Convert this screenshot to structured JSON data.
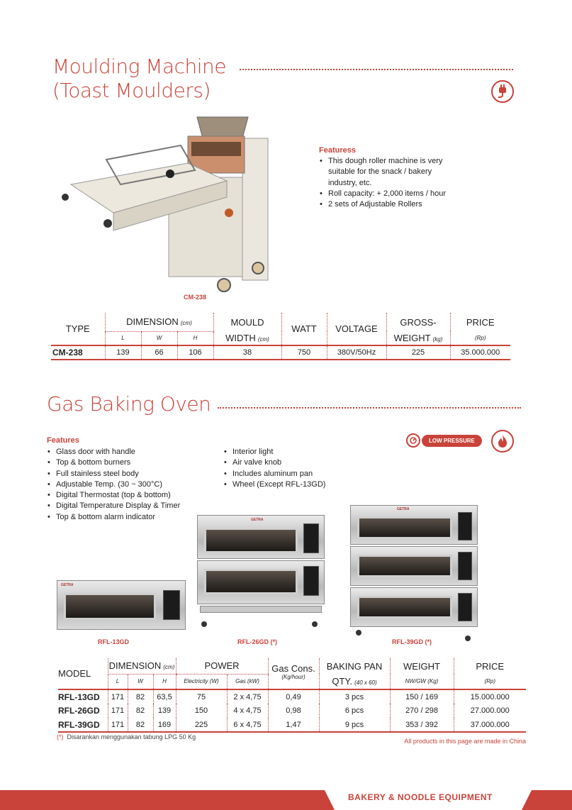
{
  "section1": {
    "title_line1": "Moulding Machine",
    "title_line2": "(Toast Moulders)",
    "features_heading": "Featuress",
    "features": [
      "This dough roller machine is very suitable for the snack / bakery industry, etc.",
      "Roll capacity: + 2,000 items / hour",
      "2 sets of Adjustable Rollers"
    ],
    "image_caption": "CM-238",
    "icon": "plug-icon",
    "table": {
      "headers": {
        "type": "TYPE",
        "dimension": "DIMENSION",
        "dimension_unit": "(cm)",
        "l": "L",
        "w": "W",
        "h": "H",
        "mould_width_1": "MOULD",
        "mould_width_2": "WIDTH",
        "mould_unit": "(cm)",
        "watt": "WATT",
        "voltage": "VOLTAGE",
        "gross_1": "GROSS-",
        "gross_2": "WEIGHT",
        "gross_unit": "(kg)",
        "price": "PRICE",
        "price_unit": "(Rp)"
      },
      "rows": [
        {
          "type": "CM-238",
          "l": "139",
          "w": "66",
          "h": "106",
          "mould": "38",
          "watt": "750",
          "voltage": "380V/50Hz",
          "gross": "225",
          "price": "35.000.000"
        }
      ]
    }
  },
  "section2": {
    "title": "Gas Baking Oven",
    "features_heading": "Features",
    "features_col1": [
      "Glass door with handle",
      "Top & bottom burners",
      "Full stainless steel body",
      "Adjustable Temp. (30 ~ 300°C)",
      "Digital Thermostat (top & bottom)",
      "Digital Temperature Display & Timer",
      "Top & bottom alarm indicator"
    ],
    "features_col2": [
      "Interior light",
      "Air valve knob",
      "Includes aluminum pan",
      "Wheel (Except RFL-13GD)"
    ],
    "badge": "LOW PRESSURE",
    "icons": [
      "gauge-icon",
      "flame-icon"
    ],
    "captions": [
      "RFL-13GD",
      "RFL-26GD (*)",
      "RFL-39GD (*)"
    ],
    "brand": "GETRA",
    "table": {
      "headers": {
        "model": "MODEL",
        "dimension": "DIMENSION",
        "dimension_unit": "(cm)",
        "l": "L",
        "w": "W",
        "h": "H",
        "power": "POWER",
        "electricity": "Electricity (W)",
        "gas": "Gas (kW)",
        "gas_cons": "Gas Cons.",
        "gas_cons_unit": "(Kg/hour)",
        "baking_pan": "BAKING PAN",
        "qty": "QTY.",
        "qty_unit": "(40 x 60)",
        "weight": "WEIGHT",
        "weight_unit": "NW/GW (Kg)",
        "price": "PRICE",
        "price_unit": "(Rp)"
      },
      "rows": [
        {
          "model": "RFL-13GD",
          "l": "171",
          "w": "82",
          "h": "63,5",
          "elec": "75",
          "gas": "2 x 4,75",
          "cons": "0,49",
          "pan": "3 pcs",
          "weight": "150 / 169",
          "price": "15.000.000"
        },
        {
          "model": "RFL-26GD",
          "l": "171",
          "w": "82",
          "h": "139",
          "elec": "150",
          "gas": "4 x 4,75",
          "cons": "0,98",
          "pan": "6 pcs",
          "weight": "270 / 298",
          "price": "27.000.000"
        },
        {
          "model": "RFL-39GD",
          "l": "171",
          "w": "82",
          "h": "169",
          "elec": "225",
          "gas": "6 x 4,75",
          "cons": "1,47",
          "pan": "9 pcs",
          "weight": "353 / 392",
          "price": "37.000.000"
        }
      ]
    },
    "footnote_mark": "(*)",
    "footnote": "Disarankan menggunakan tabung LPG 50 Kg",
    "made_in": "All products in this page are made in China"
  },
  "footer": {
    "label": "BAKERY & NOODLE EQUIPMENT"
  },
  "colors": {
    "accent": "#c9433a",
    "text": "#2a2a2a"
  }
}
